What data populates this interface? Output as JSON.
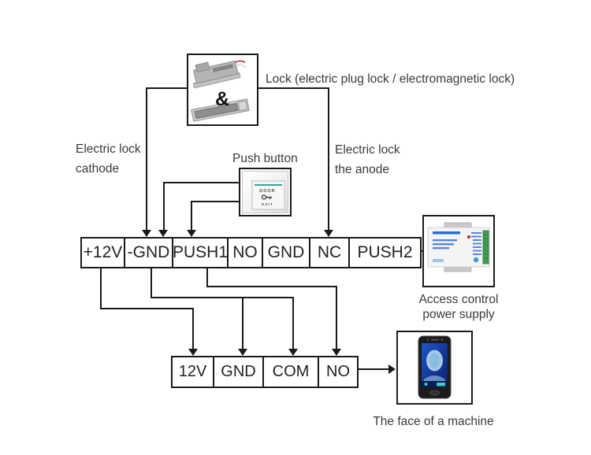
{
  "lock": {
    "label": "Lock (electric plug lock / electromagnetic lock)",
    "ampersand": "&"
  },
  "labels": {
    "cathode": [
      "Electric lock",
      "cathode"
    ],
    "push_button": "Push button",
    "anode": [
      "Electric lock",
      "the anode"
    ],
    "power_supply": [
      "Access control",
      "power supply"
    ],
    "face_machine": "The face of a machine"
  },
  "top_strip": {
    "cells": [
      "+12V",
      "-GND",
      "PUSH1",
      "NO",
      "GND",
      "NC",
      "PUSH2"
    ]
  },
  "bottom_strip": {
    "cells": [
      "12V",
      "GND",
      "COM",
      "NO"
    ]
  },
  "push_button_device": {
    "door": "DOOR",
    "exit": "EXIT"
  },
  "colors": {
    "wire": "#1a1a1a",
    "label_text": "#3a3a3a",
    "pushbutton_teal": "#2fa89a",
    "power_supply_blue": "#3b6fd4",
    "terminal_green": "#3f9e4f",
    "led_red": "#cc2222",
    "face_screen_blue": "#0a2f9e"
  }
}
